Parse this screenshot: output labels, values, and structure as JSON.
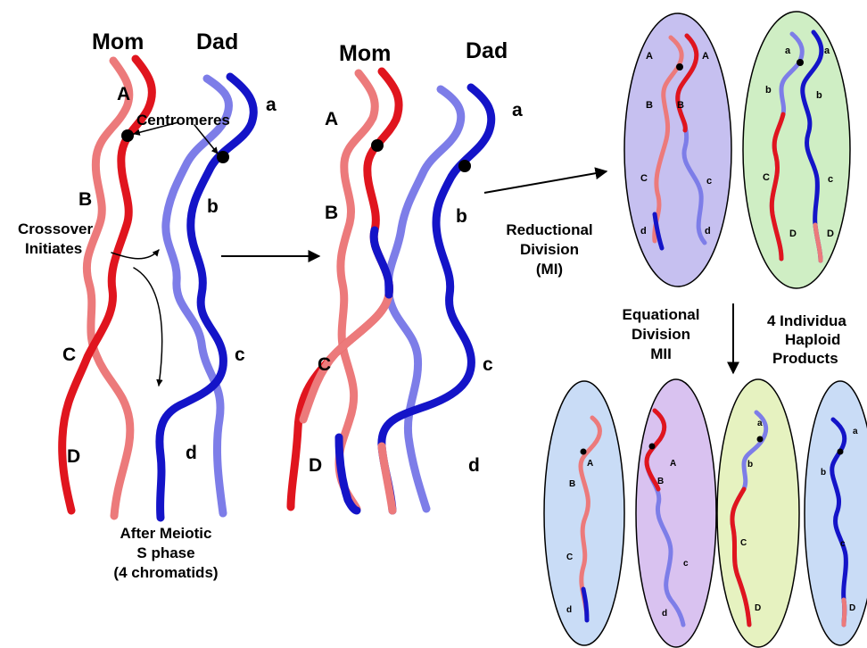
{
  "colors": {
    "mom_dark": "#e0151e",
    "mom_light": "#ec7a7b",
    "dad_dark": "#1414c8",
    "dad_light": "#7d7de8",
    "cell_purple": "#c6c0f0",
    "cell_green": "#cfeec4",
    "cell_blue": "#c9dcf6",
    "cell_lilac": "#d9c2f0",
    "cell_yellow": "#e6f2c0"
  },
  "panel1": {
    "mom": "Mom",
    "dad": "Dad",
    "A": "A",
    "B": "B",
    "C": "C",
    "D": "D",
    "a": "a",
    "b": "b",
    "c": "c",
    "d": "d",
    "centromeres": "Centromeres",
    "crossover_line1": "Crossover",
    "crossover_line2": "Initiates",
    "caption_line1": "After Meiotic",
    "caption_line2": "S phase",
    "caption_line3": "(4 chromatids)"
  },
  "panel2": {
    "mom": "Mom",
    "dad": "Dad",
    "A": "A",
    "B": "B",
    "C": "C",
    "D": "D",
    "a": "a",
    "b": "b",
    "c": "c",
    "d": "d"
  },
  "reductional": {
    "line1": "Reductional",
    "line2": "Division",
    "line3": "(MI)"
  },
  "equational": {
    "line1": "Equational",
    "line2": "Division",
    "line3": "MII"
  },
  "products": {
    "line1": "4 Individua",
    "line2": "Haploid",
    "line3": "Products"
  },
  "cell_labels": {
    "mi_left": {
      "A1": "A",
      "A2": "A",
      "B1": "B",
      "B2": "B",
      "C": "C",
      "c": "c",
      "d1": "d",
      "d2": "d"
    },
    "mi_right": {
      "a1": "a",
      "a2": "a",
      "b1": "b",
      "b2": "b",
      "C": "C",
      "c": "c",
      "D1": "D",
      "D2": "D"
    },
    "mii_1": {
      "A": "A",
      "B": "B",
      "C": "C",
      "d": "d"
    },
    "mii_2": {
      "A": "A",
      "B": "B",
      "c": "c",
      "d": "d"
    },
    "mii_3": {
      "a": "a",
      "b": "b",
      "C": "C",
      "D": "D"
    },
    "mii_4": {
      "a": "a",
      "b": "b",
      "c": "c",
      "D": "D"
    }
  }
}
